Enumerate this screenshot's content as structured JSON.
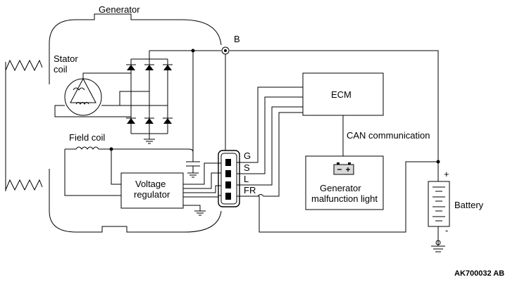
{
  "labels": {
    "generator": "Generator",
    "stator_coil_1": "Stator",
    "stator_coil_2": "coil",
    "field_coil": "Field coil",
    "voltage_regulator_1": "Voltage",
    "voltage_regulator_2": "regulator",
    "ecm": "ECM",
    "can": "CAN communication",
    "malfunction_light_1": "Generator",
    "malfunction_light_2": "malfunction light",
    "battery": "Battery",
    "terminal_b": "B",
    "terminal_g": "G",
    "terminal_s": "S",
    "terminal_l": "L",
    "terminal_fr": "FR",
    "plus": "+",
    "minus": "-",
    "figure_code": "AK700032 AB"
  }
}
